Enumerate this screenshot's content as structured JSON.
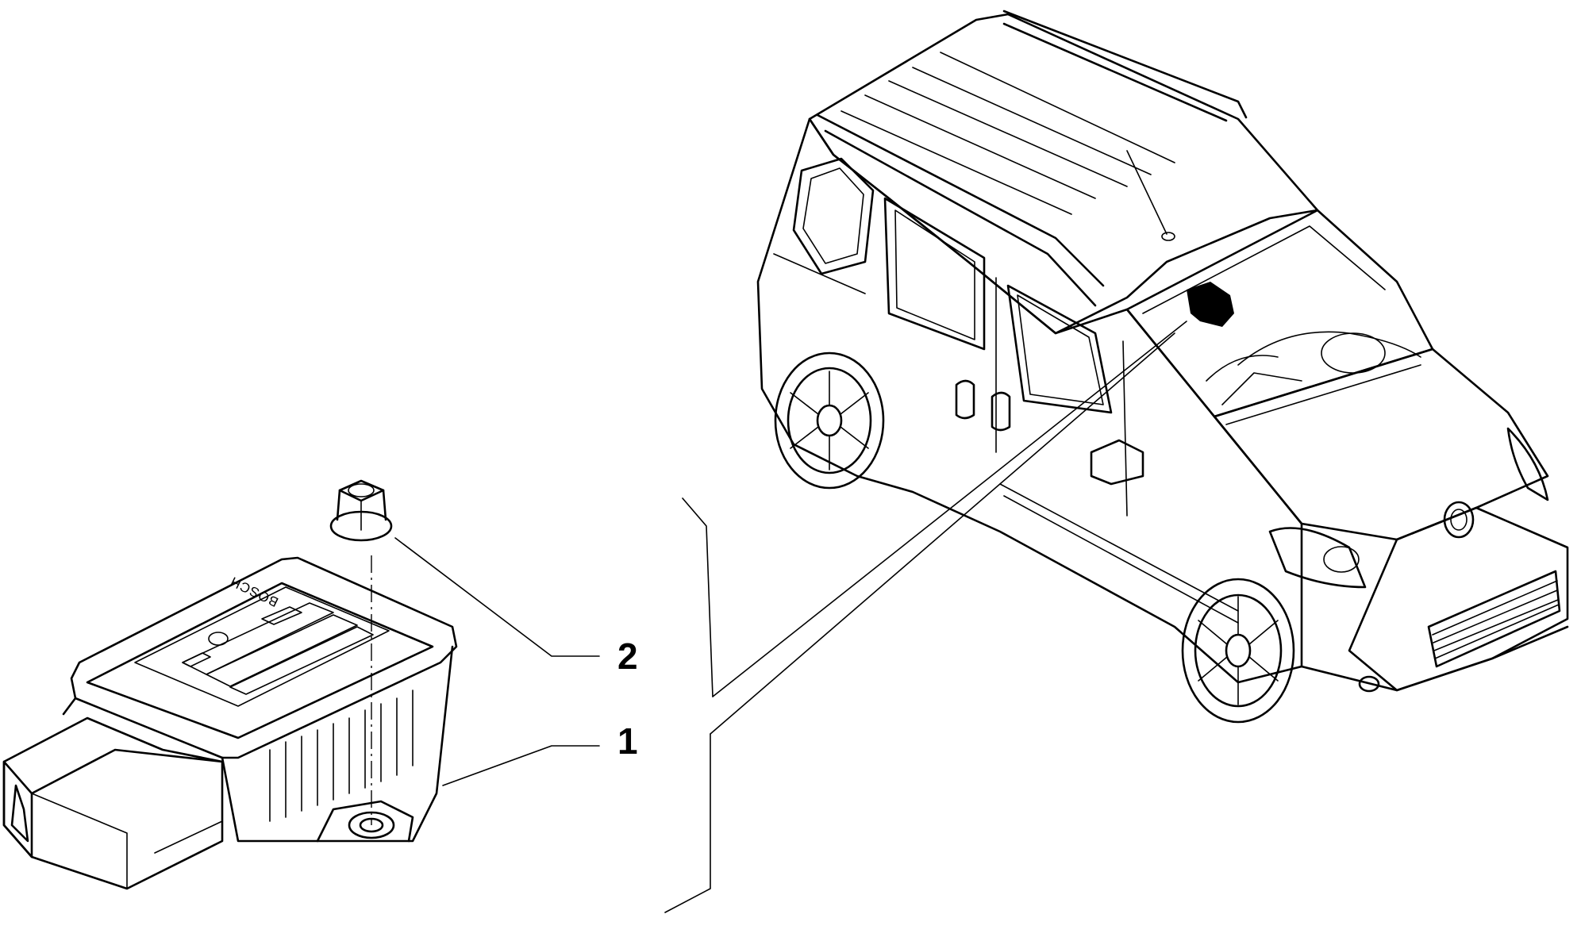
{
  "callouts": [
    {
      "number": "2",
      "part": "flange-nut"
    },
    {
      "number": "1",
      "part": "sensor-module"
    }
  ],
  "sensor_module": {
    "brand_label": "BOSCH"
  },
  "colors": {
    "line": "#000000",
    "background": "#ffffff"
  }
}
